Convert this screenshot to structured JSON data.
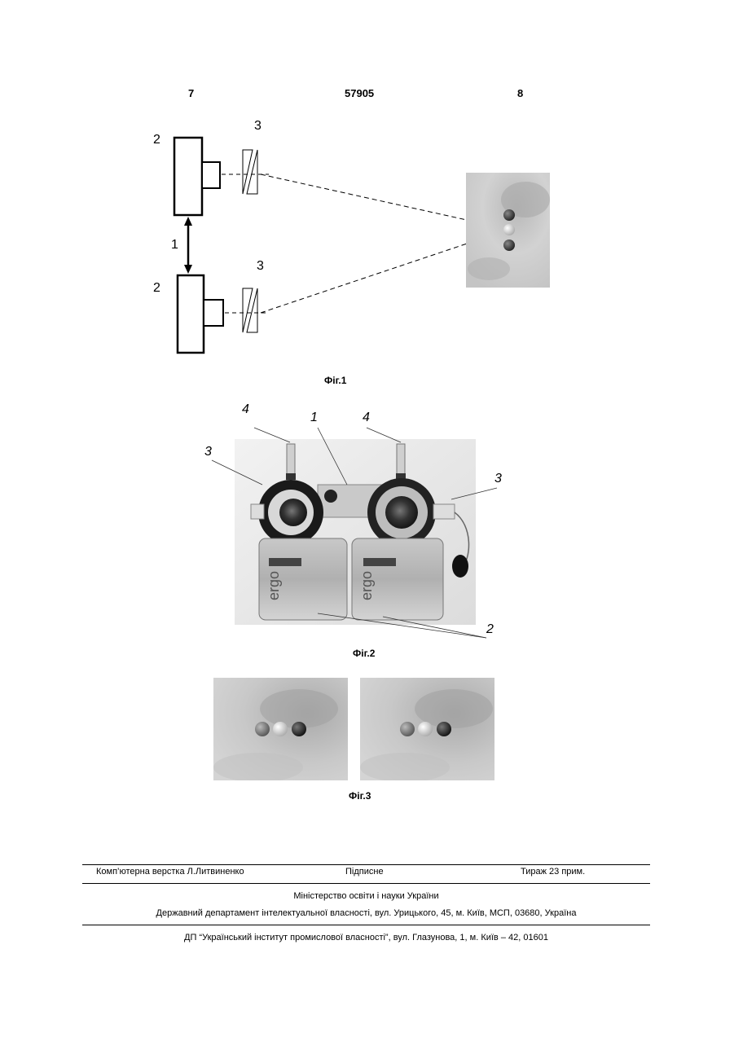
{
  "header": {
    "page_left": "7",
    "patent_number": "57905",
    "page_right": "8"
  },
  "fig1": {
    "caption": "Фіг.1",
    "labels": {
      "camera_top": "2",
      "prism_top": "3",
      "rail": "1",
      "camera_bottom": "2",
      "prism_bottom": "3"
    }
  },
  "fig2": {
    "caption": "Фіг.2",
    "labels": {
      "rod_left": "4",
      "bracket": "1",
      "rod_right": "4",
      "prism_left": "3",
      "prism_right": "3",
      "cameras": "2"
    },
    "camera_brand": "ergo"
  },
  "fig3": {
    "caption": "Фіг.3"
  },
  "footer": {
    "layout": "Комп’ютерна верстка Л.Литвиненко",
    "signed": "Підписне",
    "circulation": "Тираж 23 прим.",
    "ministry": "Міністерство освіти і науки України",
    "department": "Державний департамент інтелектуальної власності, вул. Урицького, 45, м. Київ, МСП, 03680, Україна",
    "publisher": "ДП “Український інститут промислової власності”, вул. Глазунова, 1, м. Київ – 42, 01601"
  }
}
